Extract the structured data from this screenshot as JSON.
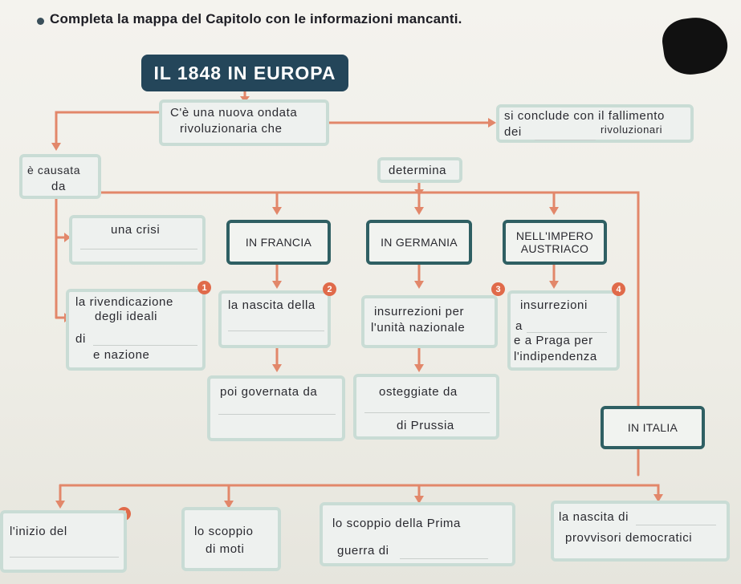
{
  "instruction": "Completa la mappa del Capitolo con le informazioni mancanti.",
  "title": "IL 1848 IN EUROPA",
  "nodes": {
    "nuova_ondata": [
      "C'è una nuova ondata",
      "rivoluzionaria che"
    ],
    "fallimento": [
      "si conclude con il fallimento",
      "dei",
      "rivoluzionari"
    ],
    "causata": [
      "è causata",
      "da"
    ],
    "determina": "determina",
    "crisi": "una crisi",
    "francia": "IN FRANCIA",
    "germania": "IN GERMANIA",
    "impero": [
      "NELL'IMPERO",
      "AUSTRIACO"
    ],
    "rivendicazione": [
      "la rivendicazione",
      "degli ideali",
      "di",
      "e nazione"
    ],
    "nascita_della": "la nascita della",
    "insurrezioni_per": [
      "insurrezioni per",
      "l'unità nazionale"
    ],
    "insurrezioni": [
      "insurrezioni",
      "a",
      "e a Praga per",
      "l'indipendenza"
    ],
    "governata": "poi governata da",
    "osteggiate": [
      "osteggiate da",
      "di Prussia"
    ],
    "italia": "IN ITALIA",
    "inizio": "l'inizio del",
    "scoppio_moti": [
      "lo scoppio",
      "di moti"
    ],
    "scoppio_guerra": [
      "lo scoppio della Prima",
      "guerra di"
    ],
    "nascita_provvisori": [
      "la nascita di",
      "provvisori democratici"
    ]
  },
  "badges": [
    "1",
    "2",
    "3",
    "4",
    "5"
  ],
  "colors": {
    "accent_line": "#e2876a",
    "dark_box": "#24465a",
    "badge": "#e06a4a"
  }
}
